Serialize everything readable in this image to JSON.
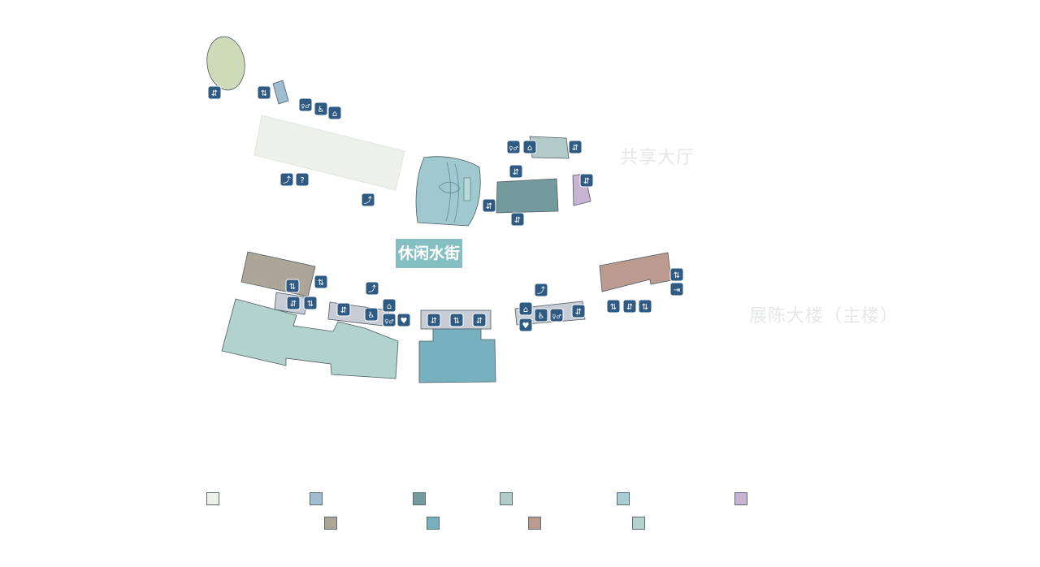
{
  "map": {
    "area_labels": {
      "shared_hall": "共享大厅",
      "main_building": "展陈大楼（主楼）"
    },
    "zone_badge": "休闲水街",
    "colors": {
      "background": "#ffffff",
      "facility_icon": "#2f5a82",
      "zone_badge": "#86bfc2",
      "ellipse_green": "#cddbb8",
      "pale_gray": "#eef0ea",
      "steel_blue": "#9fbcd0",
      "dark_teal": "#739a9c",
      "light_teal": "#a7c9c6",
      "mint": "#b2d3cc",
      "aqua": "#a0c8cf",
      "lavender": "#c9b3d3",
      "taupe": "#ada698",
      "blue_teal": "#77b0bf",
      "salmon": "#bb9a8f",
      "corridor_gray": "#c8ccd4"
    },
    "facility_types": [
      "escalator",
      "stairs",
      "elevator",
      "restroom",
      "accessible-restroom",
      "accessible-ramp",
      "trash-bin",
      "information",
      "emergency-exit",
      "nursing-room"
    ],
    "legend": {
      "row1": [
        "#eef0ea",
        "#9fbcd0",
        "#739a9c",
        "#b2cbc8",
        "#a7cfd3",
        "#c9b3d3"
      ],
      "row2": [
        "#ada698",
        "#77b0bf",
        "#bb9a8f",
        "#b2d3cc"
      ]
    }
  }
}
